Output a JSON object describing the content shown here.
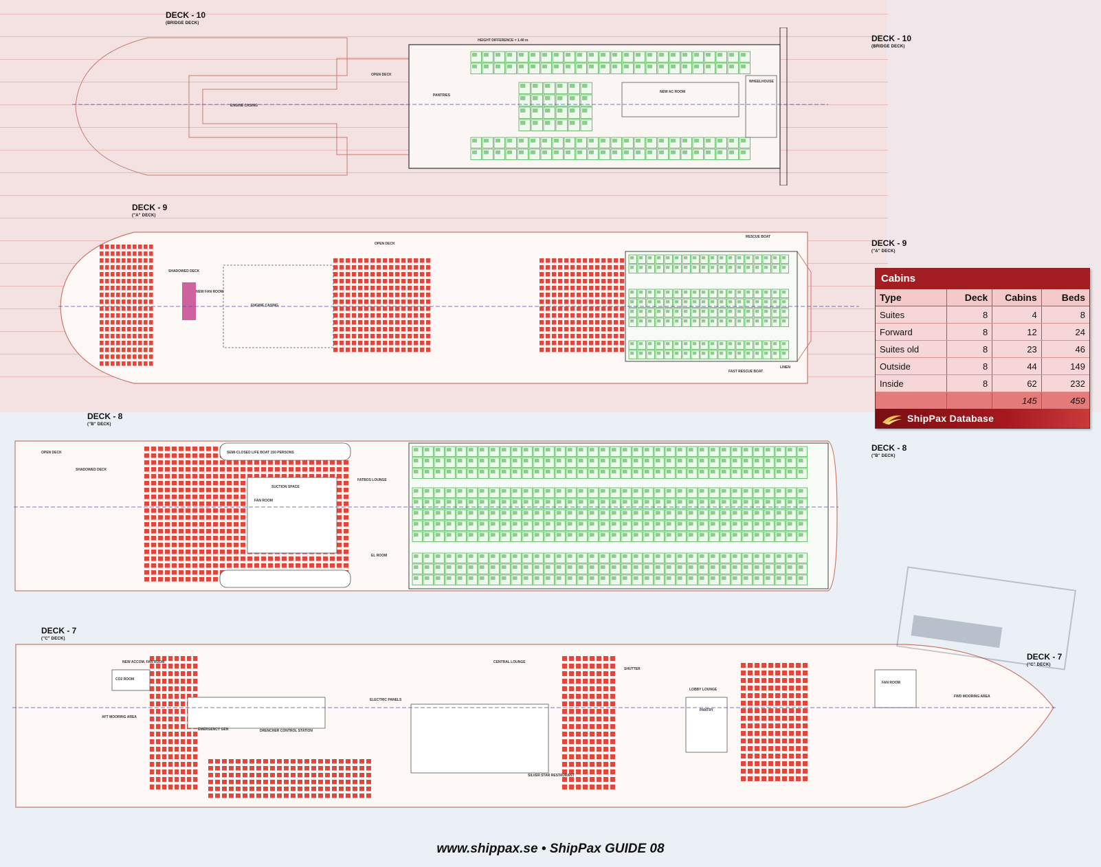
{
  "decks": [
    {
      "id": "deck-10-left",
      "label": "DECK - 10",
      "sublabel": "(BRIDGE DECK)"
    },
    {
      "id": "deck-10-right",
      "label": "DECK - 10",
      "sublabel": "(BRIDGE DECK)"
    },
    {
      "id": "deck-9-left",
      "label": "DECK - 9",
      "sublabel": "(\"A\" DECK)"
    },
    {
      "id": "deck-9-right",
      "label": "DECK - 9",
      "sublabel": "(\"A\" DECK)"
    },
    {
      "id": "deck-8-left",
      "label": "DECK - 8",
      "sublabel": "(\"B\" DECK)"
    },
    {
      "id": "deck-8-right",
      "label": "DECK - 8",
      "sublabel": "(\"B\" DECK)"
    },
    {
      "id": "deck-7-left",
      "label": "DECK - 7",
      "sublabel": "(\"C\" DECK)"
    },
    {
      "id": "deck-7-right",
      "label": "DECK - 7",
      "sublabel": "(\"C\" DECK)"
    }
  ],
  "plan_notes": {
    "deck10": [
      "OPEN DECK",
      "WHEELHOUSE",
      "NEW AC ROOM",
      "PANTRIES",
      "HEIGHT DIFFERENCE = 1.40 m",
      "ENGINE CASING"
    ],
    "deck9": [
      "OPEN DECK",
      "SHADOWED DECK",
      "NEW FAN ROOM",
      "RESCUE BOAT",
      "FAST RESCUE BOAT",
      "ENGINE CASING",
      "LINEN"
    ],
    "deck8": [
      "OPEN DECK",
      "SHADOWED DECK",
      "SEMI-CLOSED LIFE BOAT 150 PERSONS",
      "SUCTION SPACE",
      "FAN ROOM",
      "FATBOS LOUNGE",
      "EL ROOM"
    ],
    "deck7": [
      "NEW ACCOM. FAN ROOM",
      "CO2 ROOM",
      "AFT MOORING AREA",
      "EMERGENCY GEN",
      "DRENCHER CONTROL STATION",
      "CENTRAL LOUNGE",
      "SILVER STAR RESTAURANT",
      "LOBBY LOUNGE",
      "FAN ROOM",
      "FWD MOORING AREA",
      "SHUTTER",
      "PANTRY",
      "ELECTRIC PANELS"
    ]
  },
  "cabins": {
    "title": "Cabins",
    "headers": [
      "Type",
      "Deck",
      "Cabins",
      "Beds"
    ],
    "rows": [
      {
        "type": "Suites",
        "deck": "8",
        "cabins": "4",
        "beds": "8"
      },
      {
        "type": "Forward",
        "deck": "8",
        "cabins": "12",
        "beds": "24"
      },
      {
        "type": "Suites old",
        "deck": "8",
        "cabins": "23",
        "beds": "46"
      },
      {
        "type": "Outside",
        "deck": "8",
        "cabins": "44",
        "beds": "149"
      },
      {
        "type": "Inside",
        "deck": "8",
        "cabins": "62",
        "beds": "232"
      }
    ],
    "total": {
      "cabins": "145",
      "beds": "459"
    },
    "footer": "ShipPax Database"
  },
  "footer": "www.shippax.se • ShipPax GUIDE 08",
  "colors": {
    "seat_red": "#e0473c",
    "cabin_green": "#4caf50",
    "hull_outline": "#c77a6c",
    "centerline": "#4a4fb8",
    "box_red": "#a31d22"
  }
}
